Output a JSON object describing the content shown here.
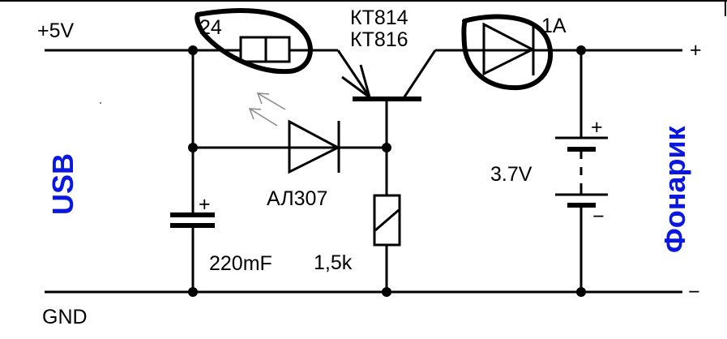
{
  "diagram": {
    "rails": {
      "positive": "+5V",
      "ground": "GND",
      "out_plus": "+",
      "out_minus": "−"
    },
    "source_label": "USB",
    "load_label": "Фонарик",
    "components": {
      "fuse_resistor": "24",
      "transistor_line1": "КТ814",
      "transistor_line2": "КТ816",
      "diode": "1A",
      "led": "АЛ307",
      "capacitor": "220mF",
      "capacitor_polarity": "+",
      "resistor": "1,5k",
      "battery": "3.7V",
      "battery_plus": "+",
      "battery_minus": "−"
    },
    "colors": {
      "labels_accent": "#0a17e0",
      "wire": "#000000"
    }
  }
}
